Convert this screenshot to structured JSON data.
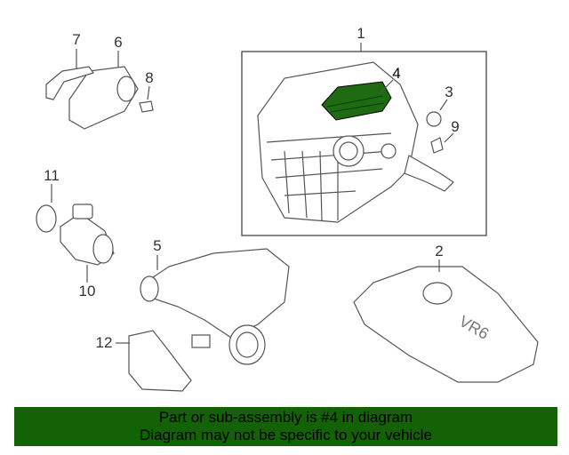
{
  "diagram": {
    "callouts": [
      "1",
      "2",
      "3",
      "4",
      "5",
      "6",
      "7",
      "8",
      "9",
      "10",
      "11",
      "12"
    ],
    "highlighted_part": "4",
    "highlight_color": "#1f6b12"
  },
  "banner": {
    "line1": "Part or sub-assembly is #4 in diagram",
    "line2": "Diagram may not be specific to your vehicle",
    "color": "#136205"
  }
}
